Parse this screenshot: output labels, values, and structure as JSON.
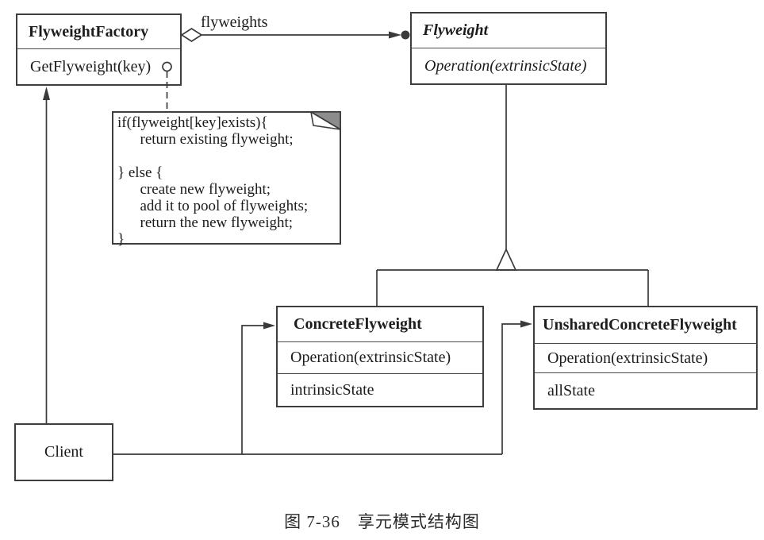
{
  "association_label": "flyweights",
  "caption": "图 7-36　享元模式结构图",
  "classes": {
    "factory": {
      "name": "FlyweightFactory",
      "method": "GetFlyweight(key)"
    },
    "flyweight": {
      "name": "Flyweight",
      "method": "Operation(extrinsicState)"
    },
    "concrete": {
      "name": "ConcreteFlyweight",
      "method": "Operation(extrinsicState)",
      "attribute": "intrinsicState"
    },
    "unshared": {
      "name": "UnsharedConcreteFlyweight",
      "method": "Operation(extrinsicState)",
      "attribute": "allState"
    },
    "client": {
      "name": "Client"
    }
  },
  "note": {
    "lines": [
      "if(flyweight[key]exists){",
      "      return existing flyweight;",
      "",
      "} else {",
      "      create new flyweight;",
      "      add it to pool of flyweights;",
      "      return the new flyweight;",
      "}"
    ]
  },
  "colors": {
    "line": "#3a3a3a",
    "border": "#3d3d3d",
    "fold_gray": "#8c8c8c",
    "background": "#ffffff",
    "text": "#1c1c1c"
  }
}
